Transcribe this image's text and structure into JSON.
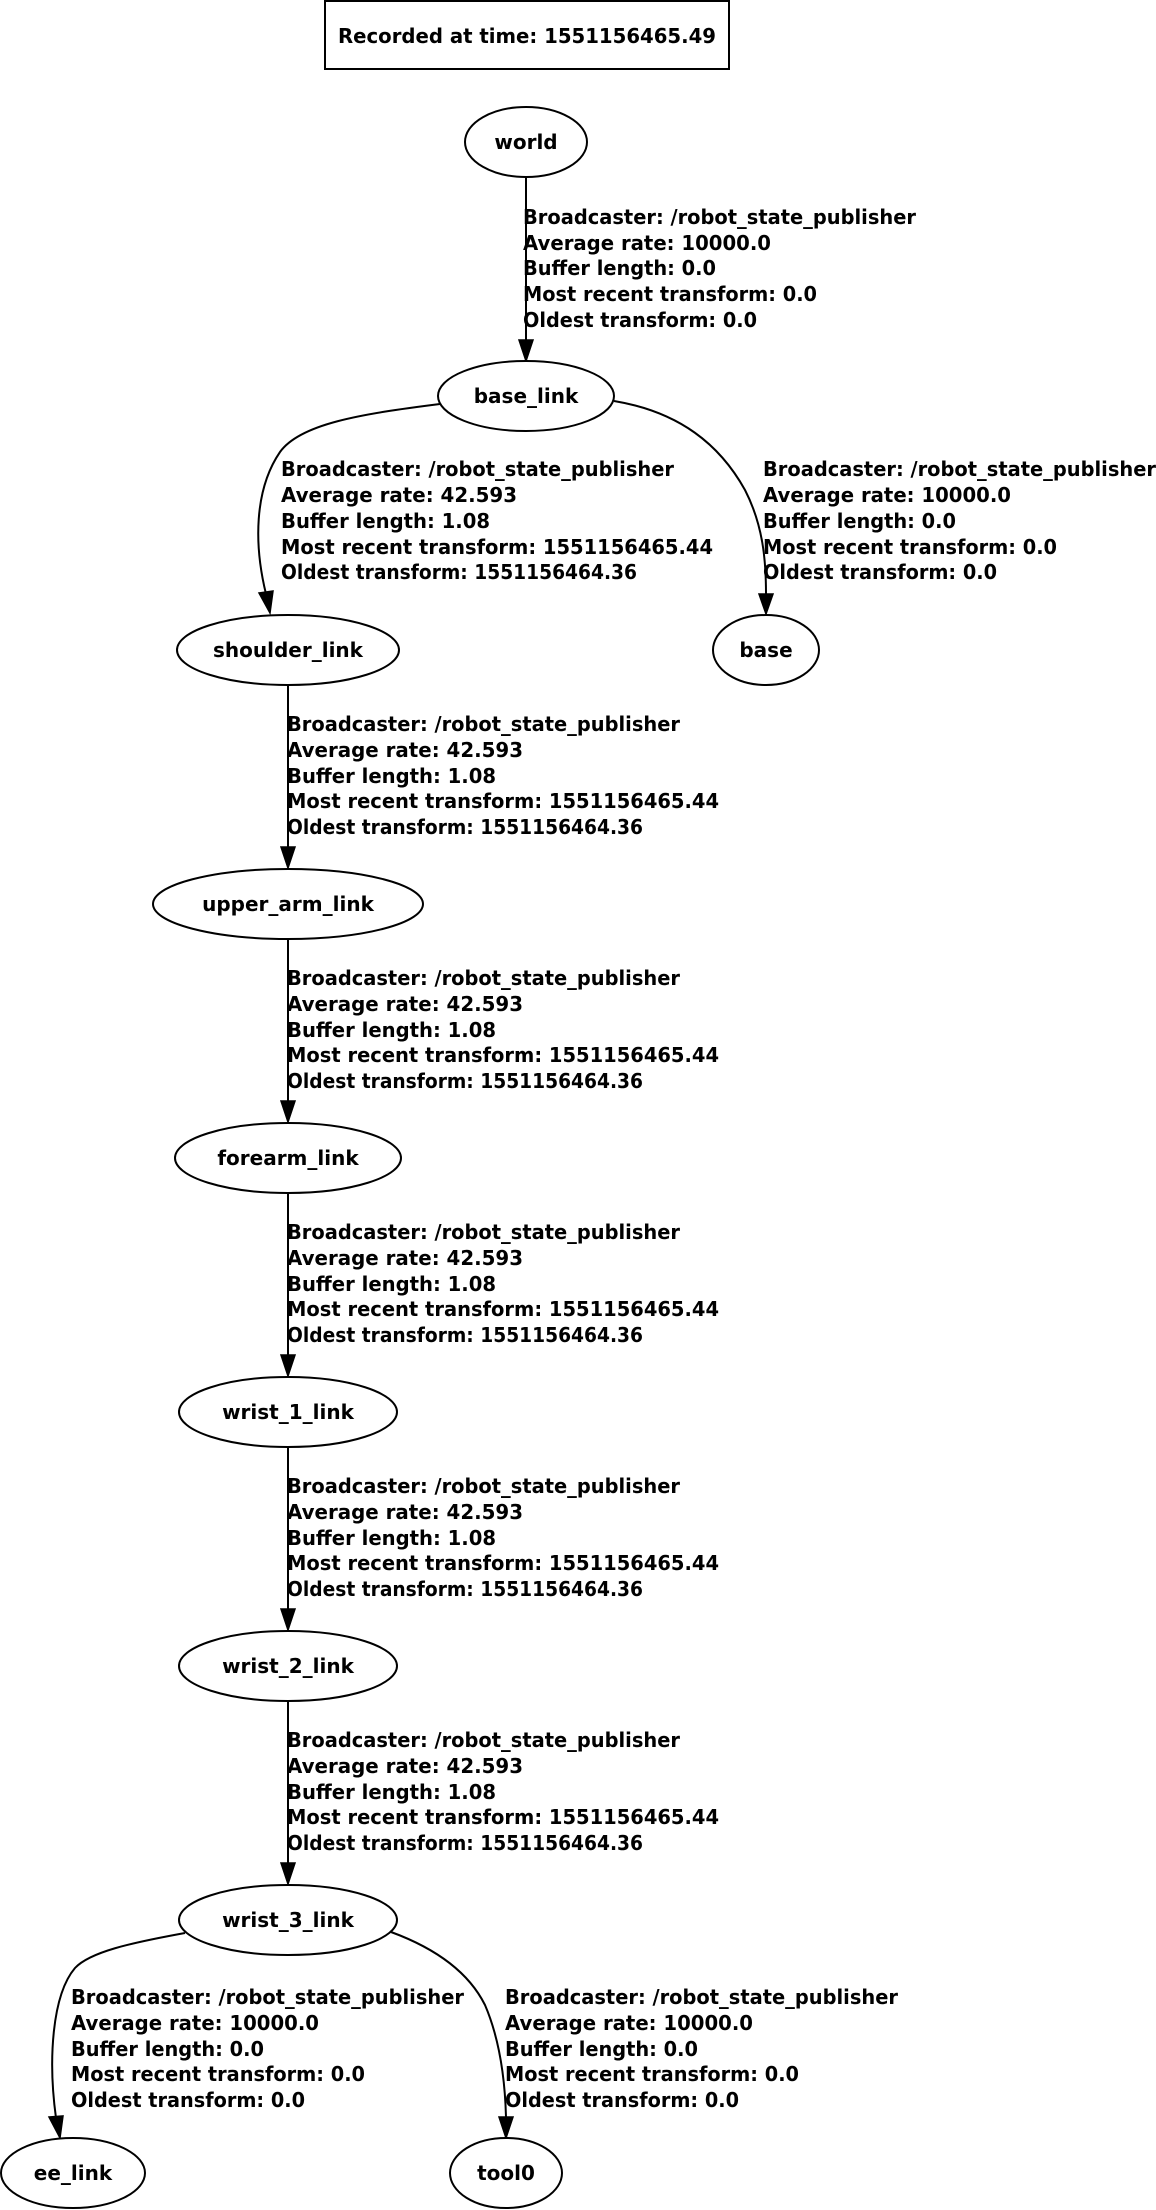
{
  "header": {
    "recorded_label": "Recorded at time: 1551156465.49"
  },
  "nodes": {
    "world": "world",
    "base_link": "base_link",
    "shoulder_link": "shoulder_link",
    "base": "base",
    "upper_arm_link": "upper_arm_link",
    "forearm_link": "forearm_link",
    "wrist_1_link": "wrist_1_link",
    "wrist_2_link": "wrist_2_link",
    "wrist_3_link": "wrist_3_link",
    "ee_link": "ee_link",
    "tool0": "tool0"
  },
  "edges": {
    "world_base_link": {
      "from": "world",
      "to": "base_link",
      "lines": [
        "Broadcaster: /robot_state_publisher",
        "Average rate: 10000.0",
        "Buffer length: 0.0",
        "Most recent transform: 0.0",
        "Oldest transform: 0.0"
      ]
    },
    "base_link_shoulder_link": {
      "from": "base_link",
      "to": "shoulder_link",
      "lines": [
        "Broadcaster: /robot_state_publisher",
        "Average rate: 42.593",
        "Buffer length: 1.08",
        "Most recent transform: 1551156465.44",
        "Oldest transform: 1551156464.36"
      ]
    },
    "base_link_base": {
      "from": "base_link",
      "to": "base",
      "lines": [
        "Broadcaster: /robot_state_publisher",
        "Average rate: 10000.0",
        "Buffer length: 0.0",
        "Most recent transform: 0.0",
        "Oldest transform: 0.0"
      ]
    },
    "shoulder_link_upper_arm_link": {
      "from": "shoulder_link",
      "to": "upper_arm_link",
      "lines": [
        "Broadcaster: /robot_state_publisher",
        "Average rate: 42.593",
        "Buffer length: 1.08",
        "Most recent transform: 1551156465.44",
        "Oldest transform: 1551156464.36"
      ]
    },
    "upper_arm_link_forearm_link": {
      "from": "upper_arm_link",
      "to": "forearm_link",
      "lines": [
        "Broadcaster: /robot_state_publisher",
        "Average rate: 42.593",
        "Buffer length: 1.08",
        "Most recent transform: 1551156465.44",
        "Oldest transform: 1551156464.36"
      ]
    },
    "forearm_link_wrist_1_link": {
      "from": "forearm_link",
      "to": "wrist_1_link",
      "lines": [
        "Broadcaster: /robot_state_publisher",
        "Average rate: 42.593",
        "Buffer length: 1.08",
        "Most recent transform: 1551156465.44",
        "Oldest transform: 1551156464.36"
      ]
    },
    "wrist_1_link_wrist_2_link": {
      "from": "wrist_1_link",
      "to": "wrist_2_link",
      "lines": [
        "Broadcaster: /robot_state_publisher",
        "Average rate: 42.593",
        "Buffer length: 1.08",
        "Most recent transform: 1551156465.44",
        "Oldest transform: 1551156464.36"
      ]
    },
    "wrist_2_link_wrist_3_link": {
      "from": "wrist_2_link",
      "to": "wrist_3_link",
      "lines": [
        "Broadcaster: /robot_state_publisher",
        "Average rate: 42.593",
        "Buffer length: 1.08",
        "Most recent transform: 1551156465.44",
        "Oldest transform: 1551156464.36"
      ]
    },
    "wrist_3_link_ee_link": {
      "from": "wrist_3_link",
      "to": "ee_link",
      "lines": [
        "Broadcaster: /robot_state_publisher",
        "Average rate: 10000.0",
        "Buffer length: 0.0",
        "Most recent transform: 0.0",
        "Oldest transform: 0.0"
      ]
    },
    "wrist_3_link_tool0": {
      "from": "wrist_3_link",
      "to": "tool0",
      "lines": [
        "Broadcaster: /robot_state_publisher",
        "Average rate: 10000.0",
        "Buffer length: 0.0",
        "Most recent transform: 0.0",
        "Oldest transform: 0.0"
      ]
    }
  }
}
